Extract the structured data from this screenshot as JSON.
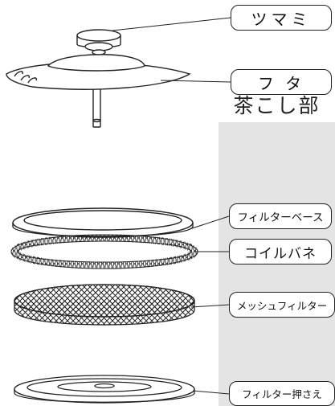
{
  "section_title": "茶こし部",
  "labels": {
    "knob": "ツマミ",
    "lid": "フ タ",
    "filter_base": "フィルターベース",
    "coil_spring": "コイルバネ",
    "mesh_filter": "メッシュフィルター",
    "filter_press": "フィルター押さえ"
  }
}
